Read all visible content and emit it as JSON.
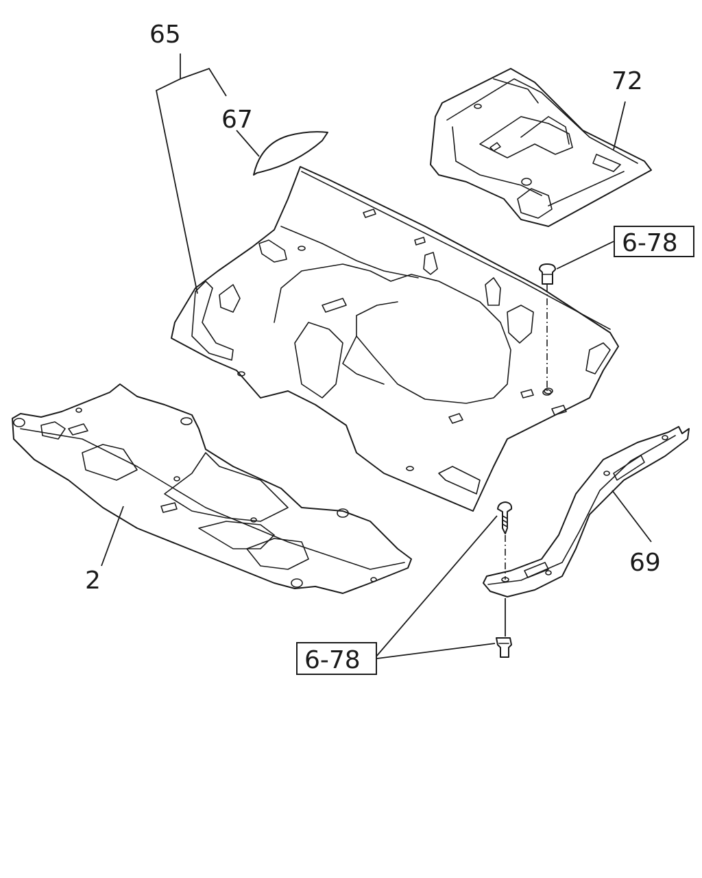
{
  "callouts": {
    "c65": "65",
    "c67": "67",
    "c72": "72",
    "c2": "2",
    "c69": "69"
  },
  "references": {
    "ref_upper": "6-78",
    "ref_lower": "6-78"
  }
}
